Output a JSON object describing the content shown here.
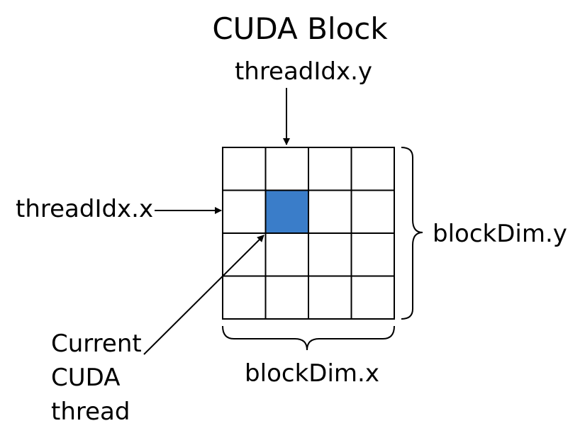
{
  "title": "CUDA Block",
  "labels": {
    "thread_idx_y": "threadIdx.y",
    "thread_idx_x": "threadIdx.x",
    "block_dim_y": "blockDim.y",
    "block_dim_x": "blockDim.x",
    "current_thread_lines": [
      "Current",
      "CUDA",
      "thread"
    ]
  },
  "grid": {
    "rows": 4,
    "cols": 4,
    "highlighted_cell": {
      "row": 1,
      "col": 1
    }
  },
  "colors": {
    "highlight": "#3a7dc9",
    "line": "#000000",
    "background": "#ffffff"
  }
}
